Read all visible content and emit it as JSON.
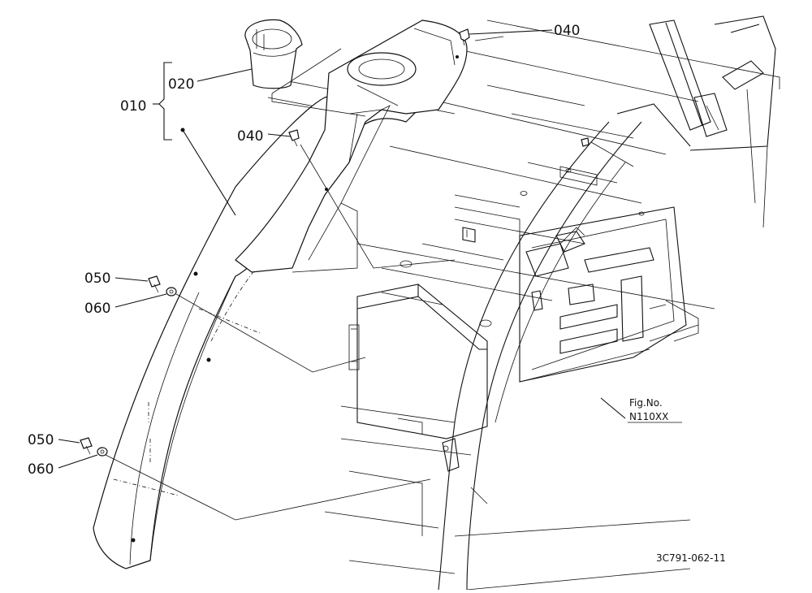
{
  "diagram": {
    "callouts": {
      "p010": "010",
      "p020": "020",
      "p040a": "040",
      "p040b": "040",
      "p050a": "050",
      "p060a": "060",
      "p050b": "050",
      "p060b": "060"
    },
    "figure_ref": {
      "line1": "Fig.No.",
      "line2": "N110XX"
    },
    "drawing_number": "3C791-062-11"
  }
}
